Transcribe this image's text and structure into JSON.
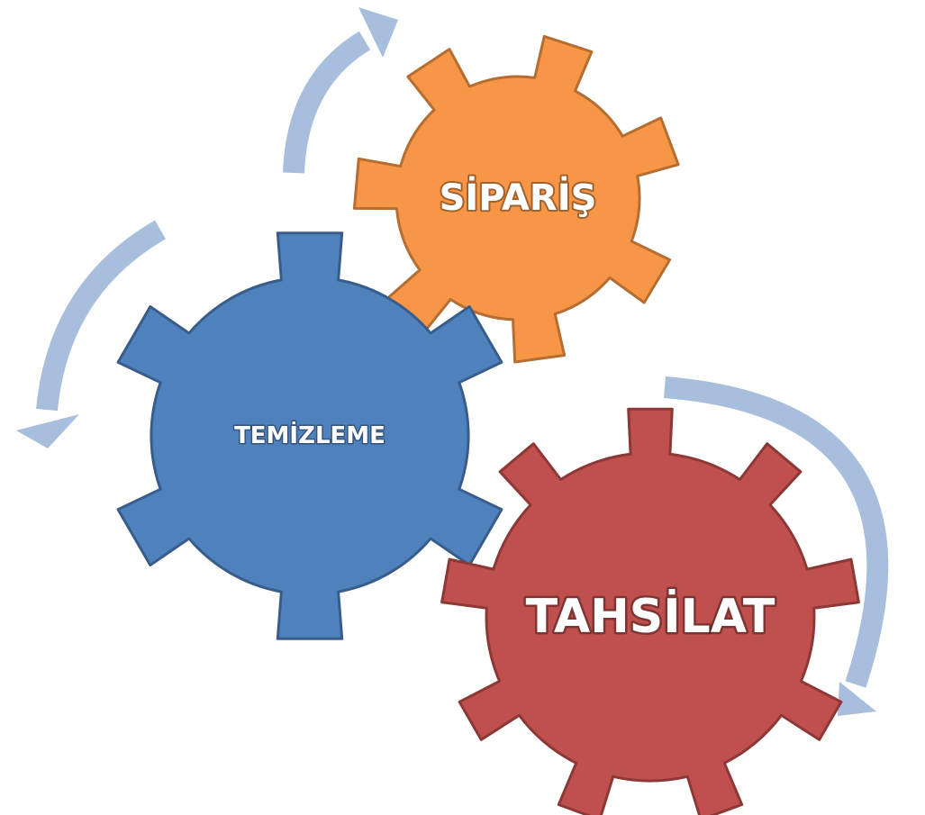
{
  "diagram": {
    "gears": [
      {
        "id": "siparis",
        "label": "SİPARİŞ",
        "fill": "#F79646",
        "stroke": "#B66D31"
      },
      {
        "id": "temizleme",
        "label": "TEMİZLEME",
        "fill": "#4F81BD",
        "stroke": "#385D8A"
      },
      {
        "id": "tahsilat",
        "label": "TAHSİLAT",
        "fill": "#C0504D",
        "stroke": "#8C3836"
      }
    ],
    "arrow_color": "#A8BEDD",
    "arrow_icons": [
      "curved-arrow-icon",
      "curved-arrow-icon",
      "curved-arrow-icon"
    ]
  }
}
